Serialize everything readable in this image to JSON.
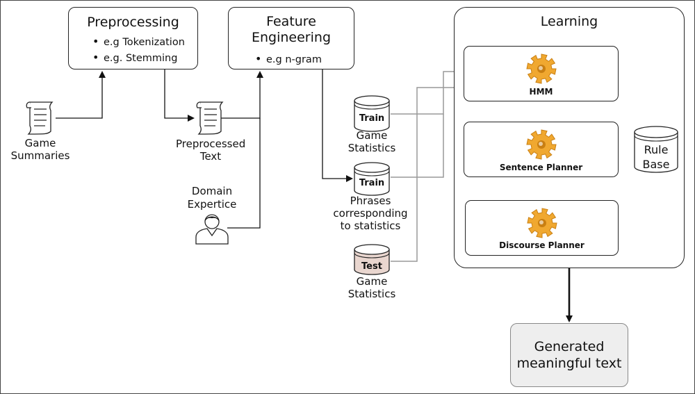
{
  "preprocessing": {
    "title": "Preprocessing",
    "bullets": [
      "e.g Tokenization",
      "e.g. Stemming"
    ]
  },
  "feature_engineering": {
    "title_line1": "Feature",
    "title_line2": "Engineering",
    "bullets": [
      "e.g n-gram"
    ]
  },
  "learning": {
    "title": "Learning",
    "stages": [
      "HMM",
      "Sentence Planner",
      "Discourse Planner"
    ]
  },
  "rule_base": {
    "line1": "Rule",
    "line2": "Base"
  },
  "inputs": {
    "game_summaries": {
      "line1": "Game",
      "line2": "Summaries"
    },
    "preprocessed_text": {
      "line1": "Preprocessed",
      "line2": "Text"
    },
    "domain_expertise": {
      "line1": "Domain",
      "line2": "Expertice"
    }
  },
  "datasets": {
    "train_stats": {
      "tag": "Train",
      "line1": "Game",
      "line2": "Statistics"
    },
    "train_phrases": {
      "tag": "Train",
      "line1": "Phrases",
      "line2": "corresponding",
      "line3": "to statistics"
    },
    "test_stats": {
      "tag": "Test",
      "line1": "Game",
      "line2": "Statistics"
    }
  },
  "output": {
    "line1": "Generated",
    "line2": "meaningful text"
  },
  "colors": {
    "gear": "#f0a830",
    "gear_dark": "#c97f12",
    "test_cylinder": "#e9d6cf",
    "output_fill": "#eeeeee",
    "gray_arrow": "#999999"
  },
  "icons": [
    "document-icon",
    "document-icon",
    "person-icon",
    "database-icon",
    "gear-icon"
  ]
}
